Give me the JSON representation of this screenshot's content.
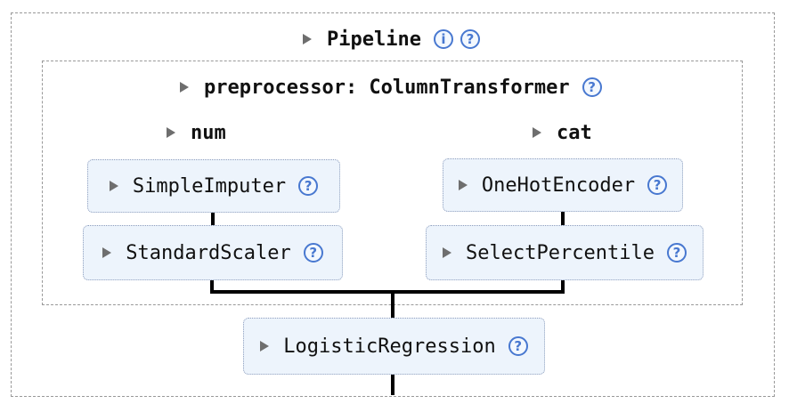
{
  "pipeline": {
    "label": "Pipeline",
    "info_icon": "i",
    "help_icon": "?",
    "preprocessor": {
      "label": "preprocessor: ColumnTransformer",
      "help_icon": "?",
      "columns": [
        {
          "label": "num",
          "steps": [
            {
              "label": "SimpleImputer",
              "help_icon": "?"
            },
            {
              "label": "StandardScaler",
              "help_icon": "?"
            }
          ]
        },
        {
          "label": "cat",
          "steps": [
            {
              "label": "OneHotEncoder",
              "help_icon": "?"
            },
            {
              "label": "SelectPercentile",
              "help_icon": "?"
            }
          ]
        }
      ]
    },
    "final_estimator": {
      "label": "LogisticRegression",
      "help_icon": "?"
    }
  },
  "colors": {
    "box_fill": "#edf4fc",
    "box_border": "#8d9dbd",
    "container_border": "#999999",
    "icon_color": "#4878d0",
    "icon_fill": "#f3f8fe",
    "line_color": "#000000",
    "arrow_color": "#6e6e6e",
    "text_color": "#111111"
  }
}
